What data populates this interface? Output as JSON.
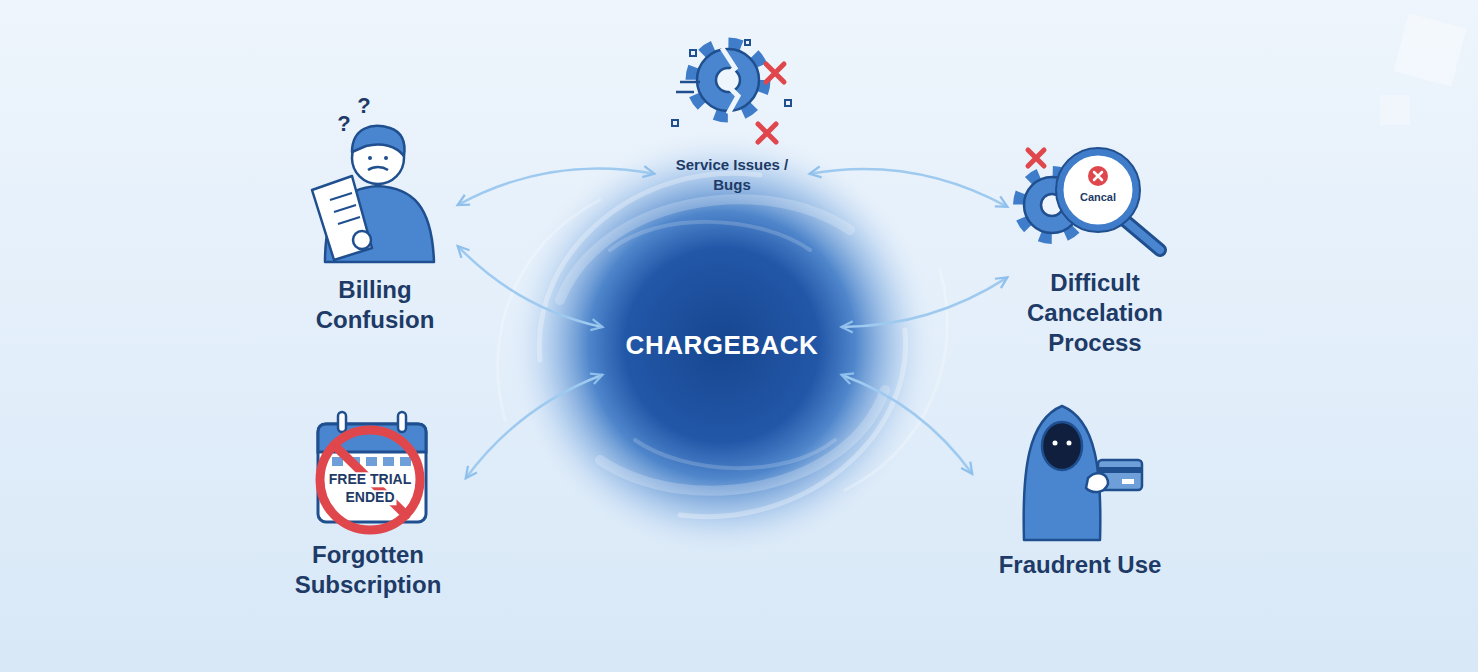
{
  "diagram": {
    "nodes": [
      {
        "text": [
          "Service Issues / Bugs"
        ]
      },
      {
        "text": [
          "Billing Confusion"
        ]
      },
      {
        "text": [
          "CHARGEBACK"
        ]
      },
      {
        "text": [
          "Difficult Cancelation Process"
        ]
      },
      {
        "text": [
          "Forgotten Subscription"
        ]
      },
      {
        "text": [
          "Fraudrent Use"
        ]
      }
    ],
    "edges": [
      {
        "from": 1,
        "to": 0,
        "arrow": "both"
      },
      {
        "from": 0,
        "to": 3,
        "arrow": "both"
      },
      {
        "from": 1,
        "to": 2,
        "arrow": "both"
      },
      {
        "from": 3,
        "to": 2,
        "arrow": "both"
      },
      {
        "from": 4,
        "to": 2,
        "arrow": "both"
      },
      {
        "from": 5,
        "to": 2,
        "arrow": "both"
      }
    ],
    "labels": [
      "?",
      "?",
      "Cancal",
      "FREE TRIAL",
      "ENDED"
    ]
  }
}
